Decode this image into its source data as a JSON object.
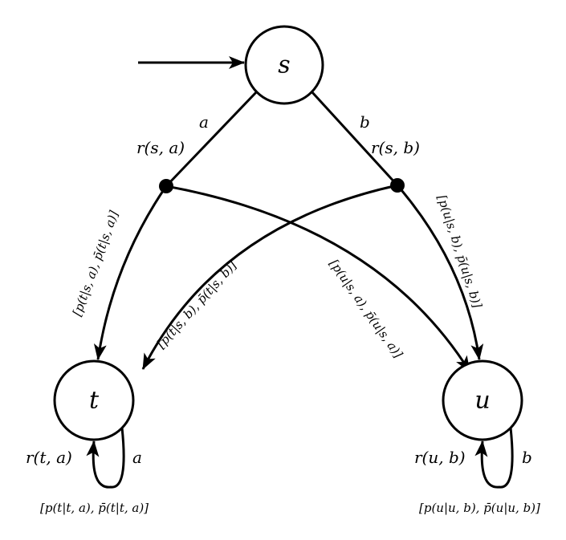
{
  "diagram": {
    "type": "MDP transition diagram with interval probabilities",
    "colors": {
      "stroke": "#000000",
      "background": "#ffffff"
    },
    "states": [
      {
        "id": "s",
        "label": "s",
        "initial": true
      },
      {
        "id": "t",
        "label": "t"
      },
      {
        "id": "u",
        "label": "u"
      }
    ],
    "actions": [
      {
        "from": "s",
        "action_label": "a",
        "reward_label": "r(s, a)"
      },
      {
        "from": "s",
        "action_label": "b",
        "reward_label": "r(s, b)"
      },
      {
        "from": "t",
        "action_label": "a",
        "reward_label": "r(t, a)"
      },
      {
        "from": "u",
        "action_label": "b",
        "reward_label": "r(u, b)"
      }
    ],
    "transitions": [
      {
        "from": "s",
        "action": "a",
        "to": "t",
        "label": "[p(t|s, a), p̄(t|s, a)]"
      },
      {
        "from": "s",
        "action": "a",
        "to": "u",
        "label": "[p(u|s, a), p̄(u|s, a)]"
      },
      {
        "from": "s",
        "action": "b",
        "to": "t",
        "label": "[p(t|s, b), p̄(t|s, b)]"
      },
      {
        "from": "s",
        "action": "b",
        "to": "u",
        "label": "[p(u|s, b), p̄(u|s, b)]"
      },
      {
        "from": "t",
        "action": "a",
        "to": "t",
        "label": "[p(t|t, a), p̄(t|t, a)]"
      },
      {
        "from": "u",
        "action": "b",
        "to": "u",
        "label": "[p(u|u, b), p̄(u|u, b)]"
      }
    ]
  }
}
